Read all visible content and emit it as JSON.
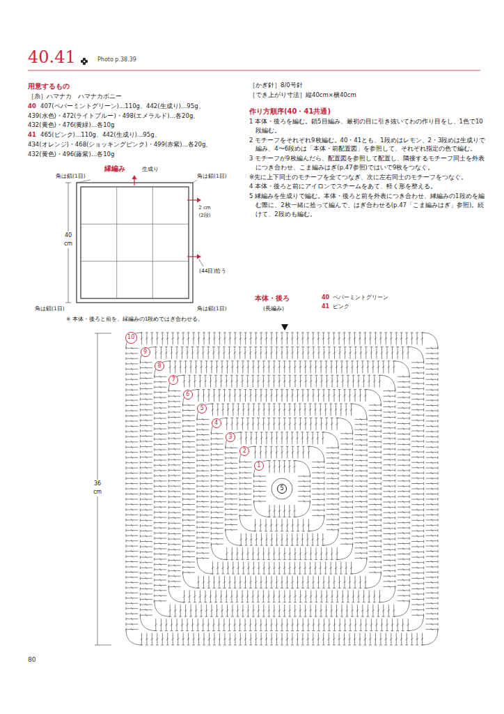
{
  "diagram": {
    "title": "40.41",
    "nodes": [
      {
        "text": [
          "10"
        ]
      },
      {
        "text": [
          "9"
        ]
      },
      {
        "text": [
          "8"
        ]
      },
      {
        "text": [
          "7"
        ]
      },
      {
        "text": [
          "6"
        ]
      },
      {
        "text": [
          "5"
        ]
      },
      {
        "text": [
          "4"
        ]
      },
      {
        "text": [
          "3"
        ]
      },
      {
        "text": [
          "2"
        ]
      },
      {
        "text": [
          "1"
        ]
      },
      {
        "text": [
          "5"
        ]
      }
    ],
    "labels": [
      "Photo p.38.39",
      "用意するもの",
      "［糸］ハマナカ　ハマナカボニー",
      "40",
      "407(ペパーミントグリーン)…110g、442(生成り)…95g、",
      "439(水色)・472(ライトブルー)・498(エメラルド)…各20g、",
      "432(黄色)・476(黄緑)…各10g",
      "41",
      "465(ピンク)…110g、442(生成り)…95g、",
      "434(オレンジ)・468(ショッキングピンク)・499(赤紫)…各20g、",
      "432(黄色)・496(藤紫)…各10g",
      "［かぎ針］8/0号針",
      "［でき上がり寸法］縦40cm×横40cm",
      "作り方順序(40・41共通)",
      "1 本体・後ろを編む。鎖5目編み、最初の目に引き抜いてわの作り目をし、1色で10段編む。",
      "2 モチーフをそれぞれ9枚編む。40・41とも、1段めはレモン、2・3段めは生成りで編み、4〜6段めは「本体・前配置図」を参照して、それぞれ指定の色で編む。",
      "3 モチーフが9枚編んだら、配置図を参照して配置し、隣接するモチーフ同士を外表につき合わせ、こま編みはぎ(p.47参照)ではいで9枚をつなぐ。",
      "※先に上下同士のモチーフを全てつなぎ、次に左右同士のモチーフをつなぐ。",
      "4 本体・後ろと前にアイロンでスチームをあて、軽く形を整える。",
      "5 縁編みを生成りで編む。本体・後ろと前を外表につき合わせ、縁編みの1段めを編む際に、2枚一緒に拾って編んで、はぎ合わせる(p.47「こま編みはぎ」参照)。続けて、2段めも編む。",
      "縁編み",
      "生成り",
      "角は鎖(1目)",
      "角は鎖(1目)",
      "角は鎖(1目)",
      "角は鎖(1目)",
      "40 cm",
      "2 cm (2段)",
      "(44目)拾う",
      "※ 本体・後ろと前を、縁編みの1段めではぎ合わせる。",
      "本体・後ろ",
      "(長編み)",
      "40",
      "ペパーミントグリーン",
      "41",
      "ピンク",
      "36 cm",
      "80"
    ]
  }
}
